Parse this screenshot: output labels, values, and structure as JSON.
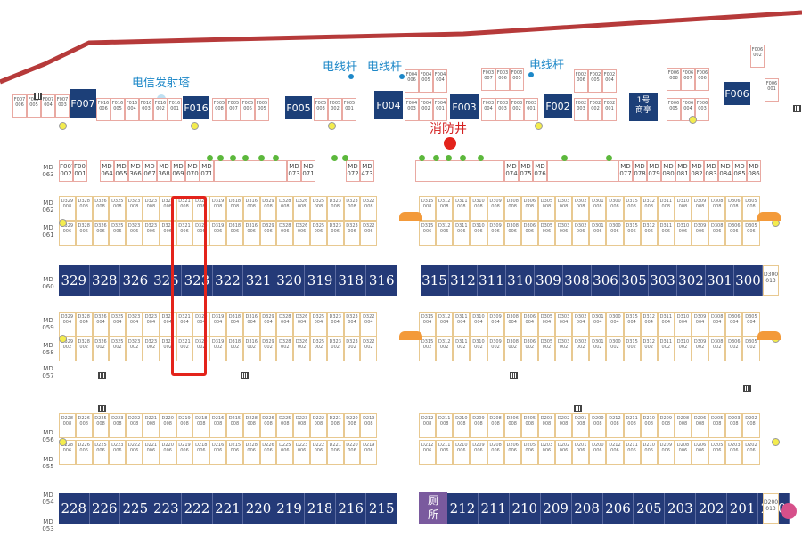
{
  "map_labels": {
    "telecom_tower": "电信发射塔",
    "pole_1": "电线杆",
    "pole_2": "电线杆",
    "pole_3": "电线杆",
    "fire_well": "消防井",
    "kiosk": "1号\n商亭",
    "toilet": "厕\n所"
  },
  "top_stalls": [
    [
      "F007",
      "006"
    ],
    [
      "F007",
      "005"
    ],
    [
      "F007",
      "004"
    ],
    [
      "F007",
      "003"
    ],
    [
      "F016",
      "006"
    ],
    [
      "F016",
      "005"
    ],
    [
      "F016",
      "004"
    ],
    [
      "F016",
      "003"
    ],
    [
      "F016",
      "002"
    ],
    [
      "F016",
      "001"
    ],
    [
      "F005",
      "008"
    ],
    [
      "F005",
      "007"
    ],
    [
      "F005",
      "006"
    ],
    [
      "F005",
      "005"
    ],
    [
      "F005",
      "003"
    ],
    [
      "F005",
      "002"
    ],
    [
      "F005",
      "001"
    ],
    [
      "F004",
      "006"
    ],
    [
      "F004",
      "005"
    ],
    [
      "F004",
      "004"
    ],
    [
      "F004",
      "003"
    ],
    [
      "F004",
      "002"
    ],
    [
      "F004",
      "001"
    ],
    [
      "F003",
      "007"
    ],
    [
      "F003",
      "006"
    ],
    [
      "F003",
      "005"
    ],
    [
      "F003",
      "004"
    ],
    [
      "F003",
      "003"
    ],
    [
      "F003",
      "002"
    ],
    [
      "F003",
      "001"
    ],
    [
      "F002",
      "006"
    ],
    [
      "F002",
      "005"
    ],
    [
      "F002",
      "004"
    ],
    [
      "F002",
      "003"
    ],
    [
      "F002",
      "002"
    ],
    [
      "F002",
      "001"
    ],
    [
      "F006",
      "008"
    ],
    [
      "F006",
      "007"
    ],
    [
      "F006",
      "006"
    ],
    [
      "F006",
      "005"
    ],
    [
      "F006",
      "004"
    ],
    [
      "F006",
      "003"
    ],
    [
      "F006",
      "002"
    ],
    [
      "F006",
      "001"
    ]
  ],
  "top_big": {
    "f007": "F007",
    "f016": "F016",
    "f005": "F005",
    "f004": "F004",
    "f003": "F003",
    "f002": "F002",
    "f006": "F006"
  },
  "md_left": [
    "F007\n002",
    "F007\n001",
    "MD\n064",
    "MD\n065",
    "MD\n366",
    "MD\n067",
    "MD\n368",
    "MD\n069",
    "MD\n070",
    "MD\n071",
    "MD\n072",
    "MD\n473"
  ],
  "md_right": [
    "MD\n074",
    "MD\n075",
    "MD\n076",
    "MD\n077",
    "MD\n078",
    "MD\n079",
    "MD\n080",
    "MD\n081",
    "MD\n082",
    "MD\n083",
    "MD\n084",
    "MD\n085",
    "MD\n086"
  ],
  "row_labels": [
    "MD\n063",
    "MD\n062",
    "MD\n061",
    "MD\n060",
    "MD\n059",
    "MD\n058",
    "MD\n057",
    "MD\n056",
    "MD\n055",
    "MD\n054",
    "MD\n053"
  ],
  "blocks_3": {
    "left_numbers": [
      "329",
      "328",
      "326",
      "325",
      "323",
      "322",
      "321",
      "320",
      "319",
      "318",
      "316"
    ],
    "right_numbers": [
      "315",
      "312",
      "311",
      "310",
      "309",
      "308",
      "306",
      "305",
      "303",
      "302",
      "301",
      "300"
    ],
    "right_end": "D300\n013"
  },
  "blocks_2": {
    "left_numbers": [
      "228",
      "226",
      "225",
      "223",
      "222",
      "221",
      "220",
      "219",
      "218",
      "216",
      "215"
    ],
    "right_numbers": [
      "212",
      "211",
      "210",
      "209",
      "208",
      "206",
      "205",
      "203",
      "202",
      "201",
      "200"
    ],
    "right_end": "D200\n013"
  },
  "row_prefix_left_3": [
    "D329",
    "D328",
    "D326",
    "D325",
    "D323",
    "D323",
    "D322",
    "D321",
    "D320",
    "D319",
    "D318",
    "D316"
  ],
  "row_prefix_right_3": [
    "D315",
    "D312",
    "D311",
    "D310",
    "D309",
    "D308",
    "D306",
    "D305",
    "D303",
    "D302",
    "D301",
    "D300"
  ],
  "row_prefix_left_2": [
    "D228",
    "D226",
    "D225",
    "D223",
    "D222",
    "D221",
    "D220",
    "D219",
    "D218",
    "D216",
    "D215"
  ],
  "row_prefix_right_2": [
    "D212",
    "D211",
    "D210",
    "D209",
    "D208",
    "D206",
    "D205",
    "D203",
    "D202",
    "D201",
    "D200"
  ],
  "colors": {
    "navy": "#1c3f78",
    "road": "#b63a3a",
    "fire": "#e3231b",
    "highlight": "#e3231b",
    "tree": "#5cb83c",
    "yellow": "#f3ec4e"
  }
}
